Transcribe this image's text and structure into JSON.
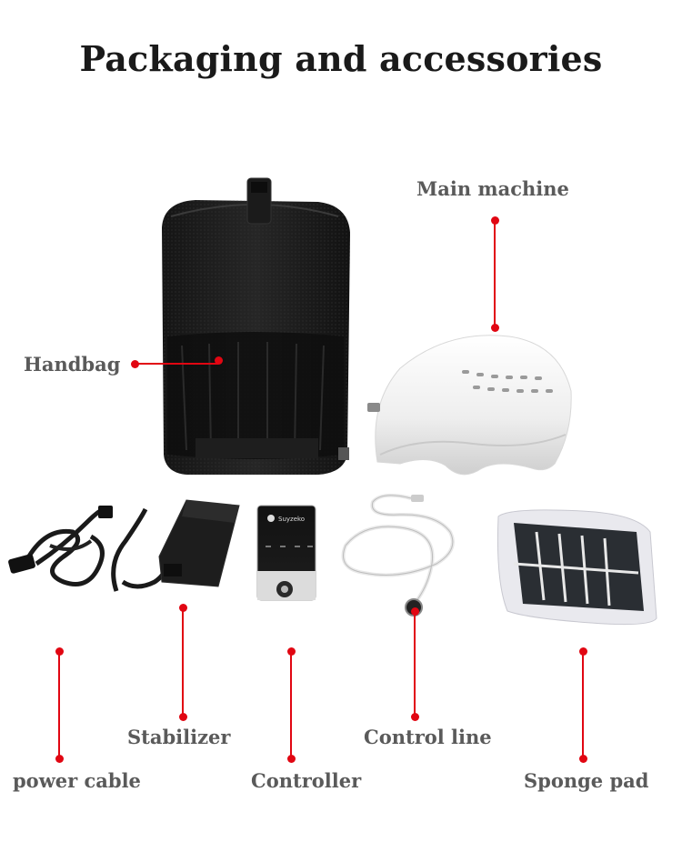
{
  "title": "Packaging and accessories",
  "accent_color": "#e10612",
  "labels": {
    "main_machine": "Main machine",
    "handbag": "Handbag",
    "stabilizer": "Stabilizer",
    "control_line": "Control line",
    "power_cable": "power cable",
    "controller": "Controller",
    "sponge_pad": "Sponge pad"
  },
  "controller_device": {
    "brand": "Suyzeko"
  },
  "icons": [
    "handbag-icon",
    "helmet-icon",
    "power-cable-icon",
    "stabilizer-icon",
    "controller-icon",
    "control-line-icon",
    "sponge-pad-icon"
  ]
}
